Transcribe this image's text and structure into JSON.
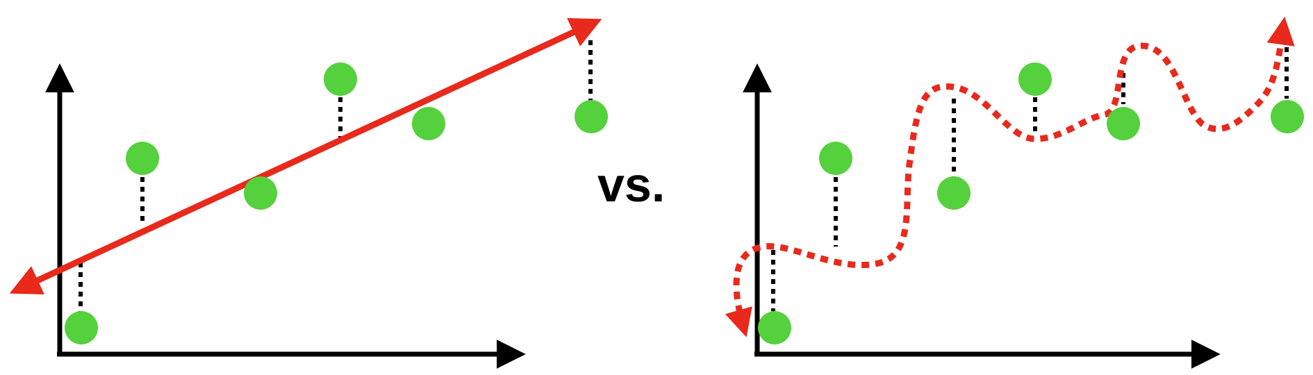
{
  "separator_text": "vs.",
  "colors": {
    "axis": "#000000",
    "fit_line": "#e8291c",
    "point": "#54d13c",
    "residual": "#000000",
    "background": "#ffffff"
  },
  "panels": [
    {
      "name": "left-panel",
      "description_fit": "straight-line",
      "point_count": 6,
      "residual_count": 4
    },
    {
      "name": "right-panel",
      "description_fit": "wavy-overfit-curve",
      "point_count": 6,
      "residual_count": 6
    }
  ]
}
